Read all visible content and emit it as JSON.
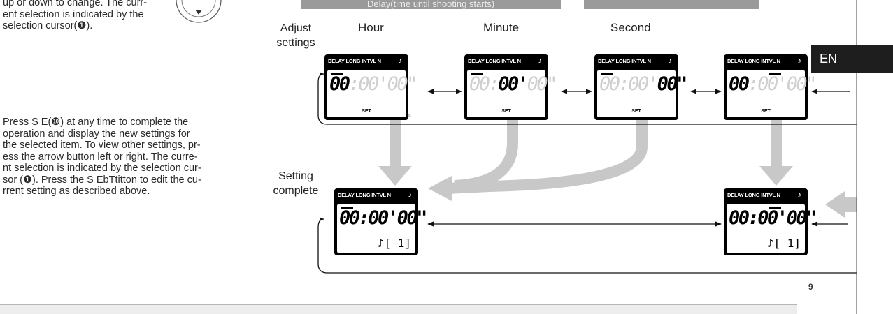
{
  "intro_text": {
    "line1": "up or down to change. The curr-",
    "line2": "ent selection is indicated by the",
    "line3": "selection cursor(❶)."
  },
  "body_text": {
    "lines": [
      "Press S E(❿) at any time to complete the",
      "operation and display the new settings for",
      "the selected item. To view other settings, pr-",
      "ess the arrow button left or right. The curre-",
      "nt selection is indicated by the selection cur-",
      "sor (❶). Press the S EbTtitton to edit the cu-",
      "rrent setting as described above."
    ]
  },
  "banners": {
    "delay": "Delay(time until shooting starts)",
    "second": ""
  },
  "column_labels": {
    "hour": "Hour",
    "minute": "Minute",
    "second": "Second"
  },
  "row_labels": {
    "adjust_line1": "Adjust",
    "adjust_line2": "settings",
    "complete_line1": "Setting",
    "complete_line2": "complete"
  },
  "lcd": {
    "header": "DELAY LONG INTVL  N",
    "note_glyph": "♪",
    "time_digits": [
      "00",
      ":",
      "00",
      "'",
      "00",
      "\""
    ],
    "set_label": "SET",
    "memory_readout": "♪[   1]"
  },
  "side_tab": "EN",
  "page_number": "9",
  "colors": {
    "lcd_frame": "#000000",
    "inactive_digit": "#cfcfcf",
    "banner": "#9a9a9a",
    "flow_arrow": "#c8c8c8",
    "tab_background": "#1e1e1e"
  }
}
